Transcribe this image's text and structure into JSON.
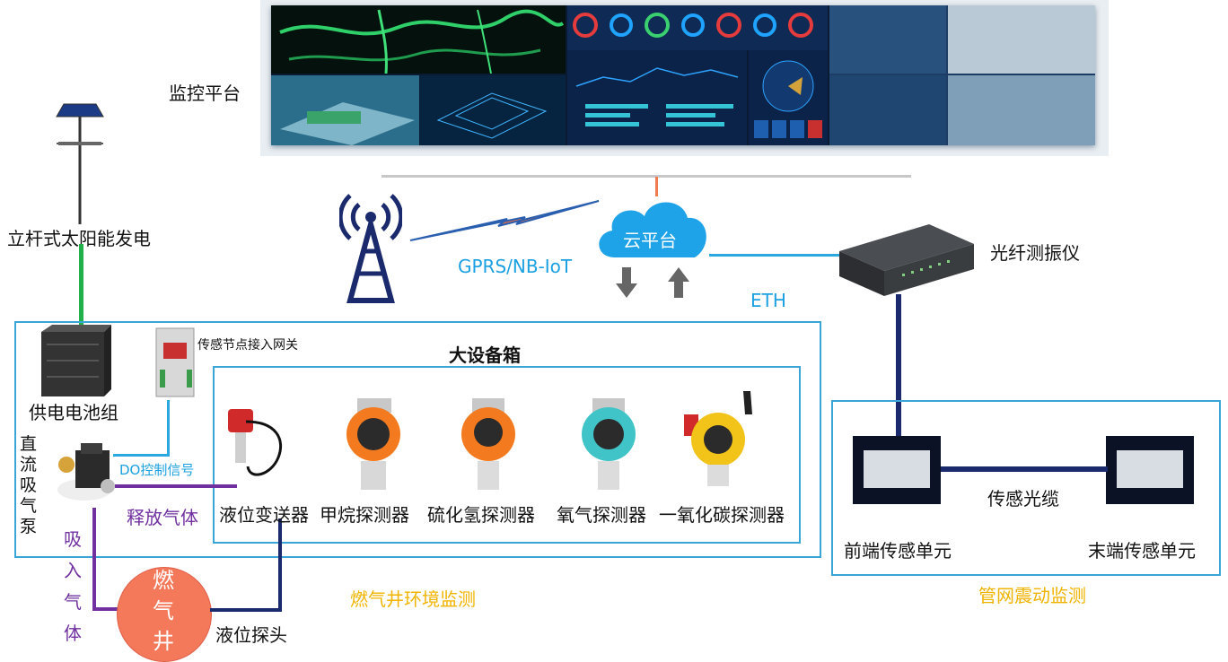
{
  "labels": {
    "monitor_platform": "监控平台",
    "solar": "立杆式太阳能发电",
    "gprs": "GPRS/NB-IoT",
    "cloud": "云平台",
    "eth": "ETH",
    "fiber_vibrometer": "光纤测振仪",
    "big_box": "大设备箱",
    "battery": "供电电池组",
    "gateway": "传感节点接入网关",
    "pump": "直流吸气泵",
    "do_signal": "DO控制信号",
    "release_gas": "释放气体",
    "intake_gas": "吸入气体",
    "gas_well": "燃气井",
    "level_probe": "液位探头",
    "level_transmitter": "液位变送器",
    "methane": "甲烷探测器",
    "h2s": "硫化氢探测器",
    "oxygen": "氧气探测器",
    "co": "一氧化碳探测器",
    "gas_well_monitor": "燃气井环境监测",
    "front_sensor": "前端传感单元",
    "end_sensor": "末端传感单元",
    "sensing_cable": "传感光缆",
    "pipe_vibration": "管网震动监测"
  },
  "colors": {
    "box_border": "#3aa6d8",
    "green_line": "#22b04b",
    "purple_line": "#7030a0",
    "navy_line": "#1a2a6c",
    "cyan_line": "#2aa8df",
    "orange_detector": "#f47a1f",
    "teal_detector": "#40c4c8",
    "yellow_detector": "#f2c318",
    "gas_well_fill": "#f4785a"
  },
  "icons": [
    "solar-panel-icon",
    "antenna-tower-icon",
    "lightning-icon",
    "cloud-icon",
    "down-arrow-icon",
    "up-arrow-icon"
  ]
}
